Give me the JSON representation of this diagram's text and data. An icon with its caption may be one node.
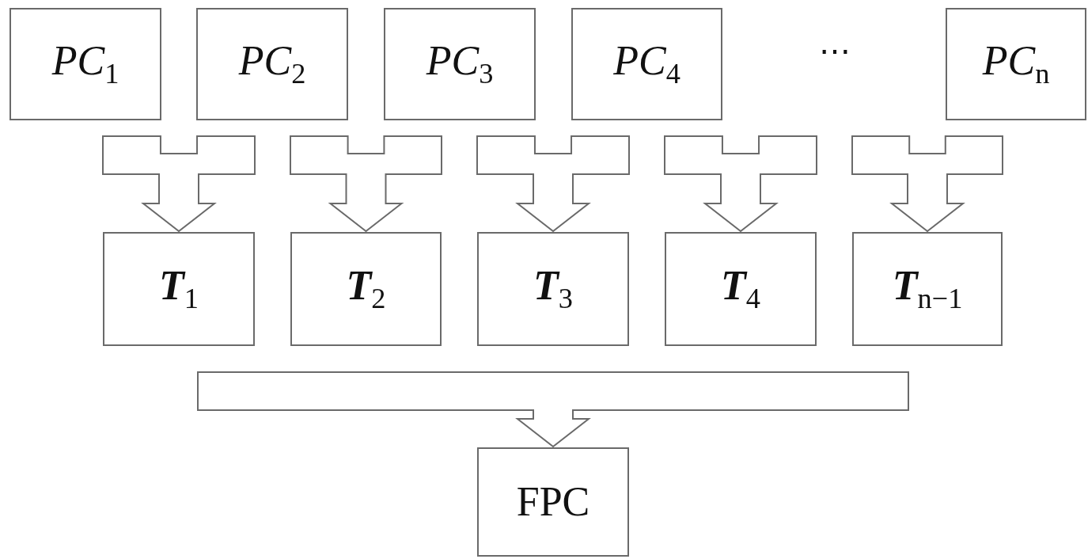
{
  "diagram": {
    "nodes": [
      {
        "text": [
          "*PC*$_{1}$"
        ]
      },
      {
        "text": [
          "*PC*$_{2}$"
        ]
      },
      {
        "text": [
          "*PC*$_{3}$"
        ]
      },
      {
        "text": [
          "*PC*$_{4}$"
        ]
      },
      {
        "text": [
          "⋯"
        ]
      },
      {
        "text": [
          "*PC*$_{n}$"
        ]
      },
      {
        "text": [
          "**T**$_{1}$"
        ]
      },
      {
        "text": [
          "**T**$_{2}$"
        ]
      },
      {
        "text": [
          "**T**$_{3}$"
        ]
      },
      {
        "text": [
          "**T**$_{4}$"
        ]
      },
      {
        "text": [
          "**T**$_{n−1}$"
        ]
      },
      {
        "text": [
          "FPC"
        ]
      }
    ],
    "edges": [
      {
        "from": 0,
        "to": 6,
        "arrow": "to"
      },
      {
        "from": 1,
        "to": 6,
        "arrow": "to"
      },
      {
        "from": 1,
        "to": 7,
        "arrow": "to"
      },
      {
        "from": 2,
        "to": 7,
        "arrow": "to"
      },
      {
        "from": 2,
        "to": 8,
        "arrow": "to"
      },
      {
        "from": 3,
        "to": 8,
        "arrow": "to"
      },
      {
        "from": 3,
        "to": 9,
        "arrow": "to"
      },
      {
        "from": 4,
        "to": 9,
        "arrow": "to"
      },
      {
        "from": 4,
        "to": 10,
        "arrow": "to"
      },
      {
        "from": 5,
        "to": 10,
        "arrow": "to"
      },
      {
        "from": 6,
        "to": 11,
        "arrow": "to"
      },
      {
        "from": 7,
        "to": 11,
        "arrow": "to"
      },
      {
        "from": 8,
        "to": 11,
        "arrow": "to"
      },
      {
        "from": 9,
        "to": 11,
        "arrow": "to"
      },
      {
        "from": 10,
        "to": 11,
        "arrow": "to"
      }
    ]
  }
}
